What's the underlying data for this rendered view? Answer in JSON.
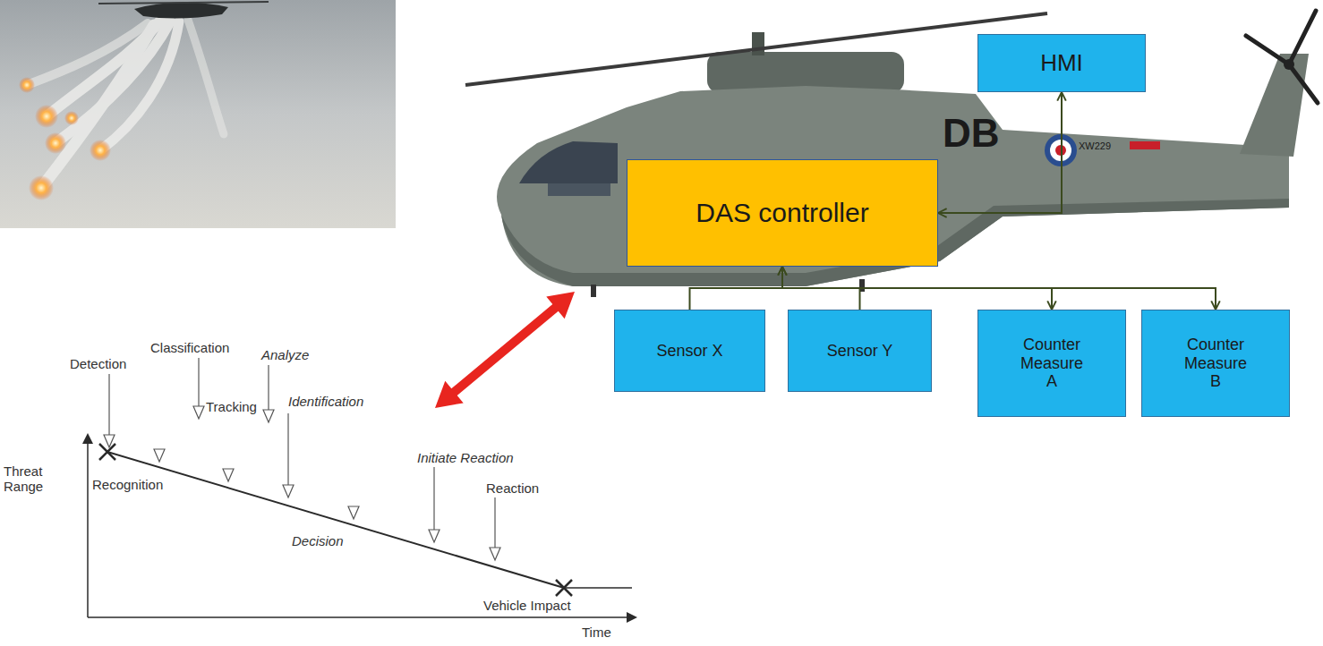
{
  "diagram": {
    "nodes": [
      {
        "text": [
          "HMI"
        ]
      },
      {
        "text": [
          "DAS controller"
        ]
      },
      {
        "text": [
          "Sensor X"
        ]
      },
      {
        "text": [
          "Sensor Y"
        ]
      },
      {
        "text": [
          "Counter Measure A"
        ]
      },
      {
        "text": [
          "Counter Measure B"
        ]
      }
    ],
    "edges": [
      {
        "from": 1,
        "to": 0,
        "arrow": "both"
      },
      {
        "from": 2,
        "to": 1,
        "arrow": "to"
      },
      {
        "from": 3,
        "to": 1,
        "arrow": "to"
      },
      {
        "from": 1,
        "to": 4,
        "arrow": "to"
      },
      {
        "from": 1,
        "to": 5,
        "arrow": "to"
      }
    ],
    "labels": [
      "Classification",
      "Detection",
      "Analyze",
      "Tracking",
      "Identification",
      "Threat Range",
      "Recognition",
      "Initiate Reaction",
      "Reaction",
      "Decision",
      "Vehicle Impact",
      "Time",
      "DB",
      "XW229"
    ]
  }
}
